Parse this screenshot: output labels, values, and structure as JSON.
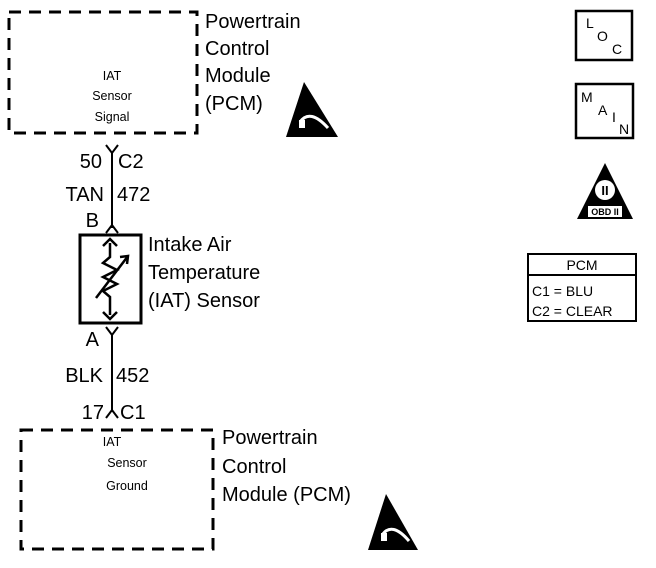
{
  "top_pcm": {
    "internal_label": [
      "IAT",
      "Sensor",
      "Signal"
    ],
    "title": [
      "Powertrain",
      "Control",
      "Module",
      "(PCM)"
    ]
  },
  "wire_top": {
    "pin": "50",
    "connector": "C2",
    "color": "TAN",
    "circuit": "472",
    "sensor_terminal": "B"
  },
  "sensor": {
    "title": [
      "Intake Air",
      "Temperature",
      "(IAT) Sensor"
    ]
  },
  "wire_bottom": {
    "sensor_terminal": "A",
    "color": "BLK",
    "circuit": "452",
    "pin": "17",
    "connector": "C1"
  },
  "bottom_pcm": {
    "internal_label": [
      "IAT",
      "Sensor",
      "Ground"
    ],
    "title": [
      "Powertrain",
      "Control",
      "Module (PCM)"
    ]
  },
  "loc_icon": {
    "letters": [
      "L",
      "O",
      "C"
    ]
  },
  "main_icon": {
    "letters": [
      "M",
      "A",
      "I",
      "N"
    ]
  },
  "obd_icon": {
    "numeral": "II",
    "caption": "OBD II"
  },
  "connector_legend": {
    "title": "PCM",
    "rows": [
      "C1 = BLU",
      "C2 = CLEAR"
    ]
  },
  "icons": [
    "esd-warning-icon",
    "loc-icon",
    "main-icon",
    "obd-ii-icon"
  ]
}
